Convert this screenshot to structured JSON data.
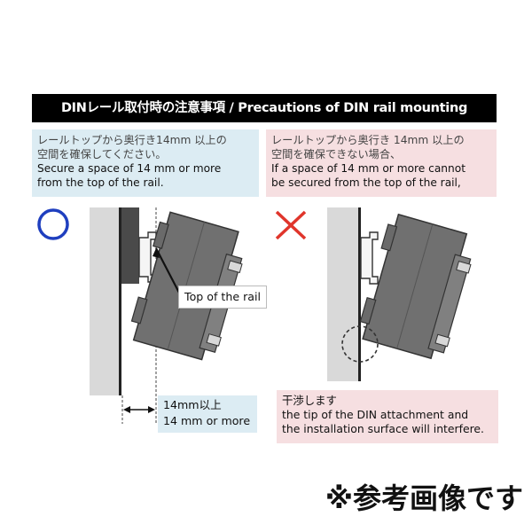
{
  "header": {
    "title": "DINレール取付時の注意事項 / Precautions of DIN rail mounting"
  },
  "correct": {
    "symbol": "○",
    "note_jp": [
      "レールトップから奥行き14mm 以上の",
      "空間を確保してください。"
    ],
    "note_en": [
      "Secure a space of 14 mm or more",
      "from the top of the rail."
    ],
    "callout": "Top of the rail",
    "spacing_jp": "14mm以上",
    "spacing_en": "14 mm or more"
  },
  "incorrect": {
    "symbol": "×",
    "note_jp": [
      "レールトップから奥行き 14mm 以上の",
      "空間を確保できない場合、"
    ],
    "note_en": [
      "If a space of 14 mm or more cannot",
      "be secured from the top of the rail,"
    ],
    "interfere_jp": "干渉します",
    "interfere_en": [
      "the tip of the DIN attachment and",
      "the installation surface will interfere."
    ]
  },
  "footer": {
    "caption": "※参考画像です"
  },
  "colors": {
    "title_bg": "#000000",
    "ok_note_bg": "#dcecf3",
    "ng_note_bg": "#f6dfe1",
    "ok_symbol": "#1f3fbf",
    "ng_symbol": "#e0352b",
    "device_fill": "#707070",
    "wall_fill": "#d9d9d9"
  }
}
